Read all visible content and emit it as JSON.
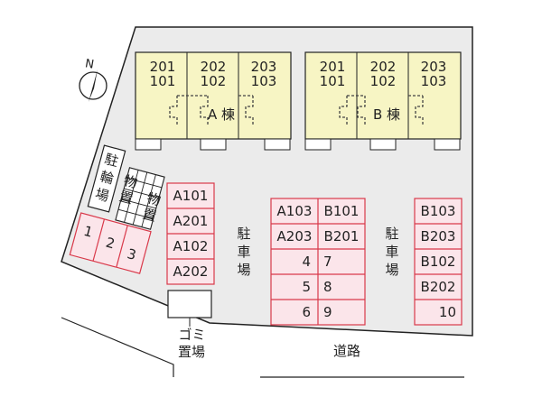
{
  "north": {
    "label": "N"
  },
  "building_a": {
    "name": "A 棟",
    "units": [
      {
        "upper": "201",
        "lower": "101"
      },
      {
        "upper": "202",
        "lower": "102"
      },
      {
        "upper": "203",
        "lower": "103"
      }
    ]
  },
  "building_b": {
    "name": "B 棟",
    "units": [
      {
        "upper": "201",
        "lower": "101"
      },
      {
        "upper": "202",
        "lower": "102"
      },
      {
        "upper": "203",
        "lower": "103"
      }
    ]
  },
  "bike_parking": {
    "label": [
      "駐",
      "輪",
      "場"
    ]
  },
  "storage": {
    "left": [
      "物",
      "置"
    ],
    "right": [
      "物",
      "置"
    ]
  },
  "bike_slots": [
    "1",
    "2",
    "3"
  ],
  "parking_left": {
    "slots": [
      "A101",
      "A201",
      "A102",
      "A202"
    ]
  },
  "parking_label_left": [
    "駐",
    "車",
    "場"
  ],
  "parking_center": {
    "rows": [
      {
        "left": "A103",
        "right": "B101"
      },
      {
        "left": "A203",
        "right": "B201"
      },
      {
        "left": "4",
        "right": "7"
      },
      {
        "left": "5",
        "right": "8"
      },
      {
        "left": "6",
        "right": "9"
      }
    ]
  },
  "parking_label_right": [
    "駐",
    "車",
    "場"
  ],
  "parking_right": {
    "slots": [
      "B103",
      "B203",
      "B102",
      "B202",
      "10"
    ]
  },
  "garbage": {
    "label": [
      "ゴ",
      "ミ"
    ],
    "label2": "置場"
  },
  "road": {
    "label": "道路"
  },
  "colors": {
    "site_fill": "#ebebeb",
    "building_fill": "#f7f5c4",
    "parking_fill": "#fbe5ea",
    "parking_stroke": "#d9394a"
  }
}
